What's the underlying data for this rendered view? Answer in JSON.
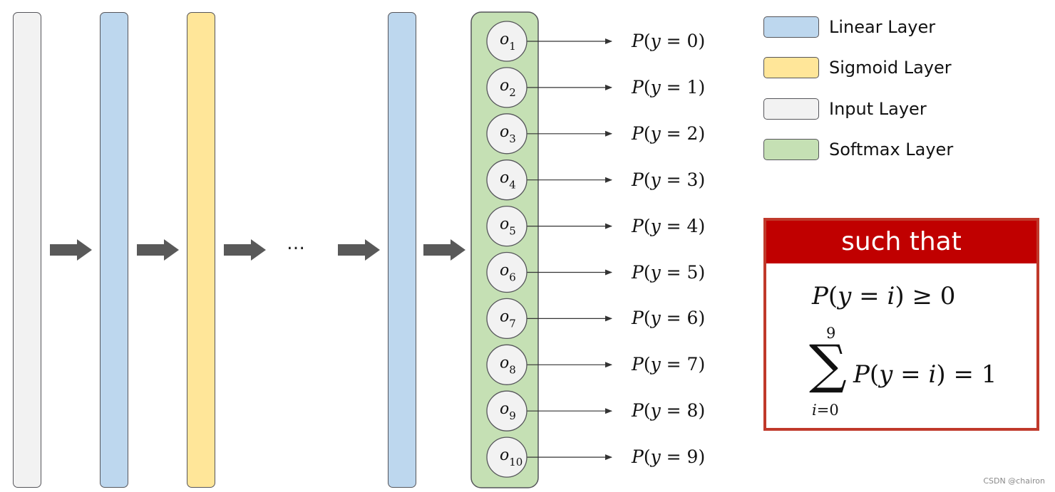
{
  "colors": {
    "input": "#f2f2f2",
    "linear": "#bdd7ee",
    "sigmoid": "#ffe699",
    "softmax": "#c5e0b4",
    "arrow": "#595959",
    "outline": "#55555a",
    "neuron_fill": "#f2f2f2",
    "highlight_border": "#c0392b",
    "highlight_header": "#c00000"
  },
  "network": {
    "ellipsis": "…",
    "neurons": [
      {
        "base": "o",
        "sub": "1"
      },
      {
        "base": "o",
        "sub": "2"
      },
      {
        "base": "o",
        "sub": "3"
      },
      {
        "base": "o",
        "sub": "4"
      },
      {
        "base": "o",
        "sub": "5"
      },
      {
        "base": "o",
        "sub": "6"
      },
      {
        "base": "o",
        "sub": "7"
      },
      {
        "base": "o",
        "sub": "8"
      },
      {
        "base": "o",
        "sub": "9"
      },
      {
        "base": "o",
        "sub": "10"
      }
    ],
    "outputs": [
      {
        "prefix": "P",
        "var": "y",
        "value": "0"
      },
      {
        "prefix": "P",
        "var": "y",
        "value": "1"
      },
      {
        "prefix": "P",
        "var": "y",
        "value": "2"
      },
      {
        "prefix": "P",
        "var": "y",
        "value": "3"
      },
      {
        "prefix": "P",
        "var": "y",
        "value": "4"
      },
      {
        "prefix": "P",
        "var": "y",
        "value": "5"
      },
      {
        "prefix": "P",
        "var": "y",
        "value": "6"
      },
      {
        "prefix": "P",
        "var": "y",
        "value": "7"
      },
      {
        "prefix": "P",
        "var": "y",
        "value": "8"
      },
      {
        "prefix": "P",
        "var": "y",
        "value": "9"
      }
    ]
  },
  "legend": {
    "items": [
      {
        "label": "Linear Layer",
        "color": "#bdd7ee"
      },
      {
        "label": "Sigmoid Layer",
        "color": "#ffe699"
      },
      {
        "label": "Input Layer",
        "color": "#f2f2f2"
      },
      {
        "label": "Softmax Layer",
        "color": "#c5e0b4"
      }
    ]
  },
  "constraint": {
    "header": "such that",
    "eq1_lhs": "P",
    "eq1_var": "y",
    "eq1_idx": "i",
    "eq1_rel": "≥",
    "eq1_rhs": "0",
    "sum_upper": "9",
    "sum_lower_var": "i",
    "sum_lower_val": "=0",
    "sigma": "∑",
    "eq2_lhs": "P",
    "eq2_var": "y",
    "eq2_idx": "i",
    "eq2_rel": "=",
    "eq2_rhs": "1"
  },
  "watermark": "CSDN @chairon"
}
